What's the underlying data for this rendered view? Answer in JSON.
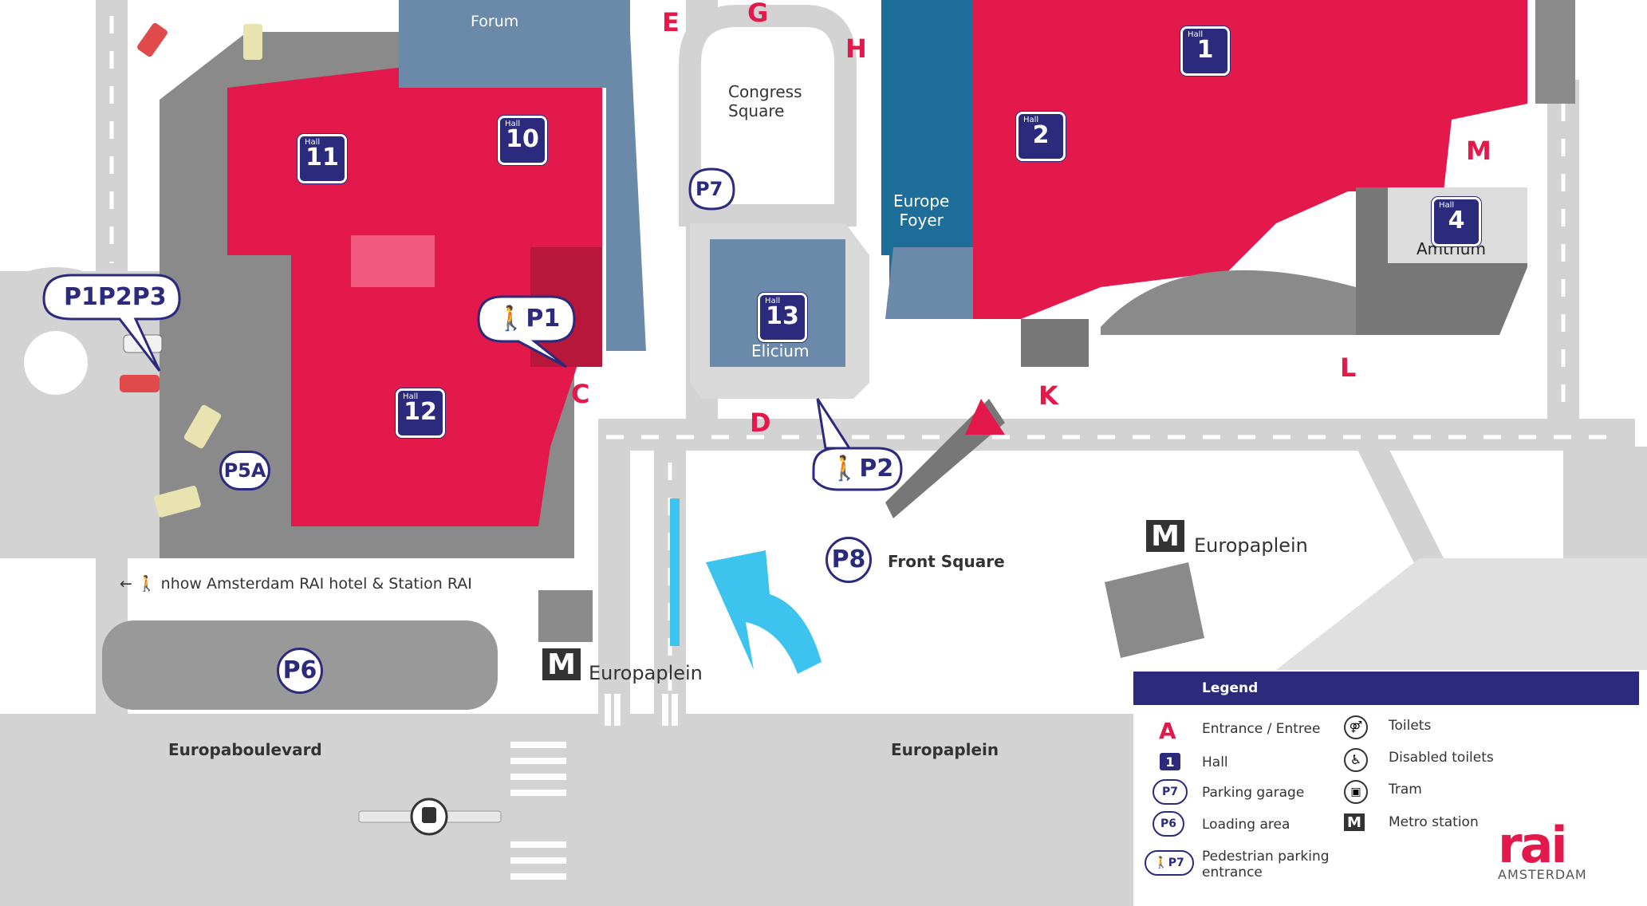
{
  "map": {
    "areas": {
      "forum": "Forum",
      "congress_square": "Congress\nSquare",
      "europe_foyer": "Europe\nFoyer",
      "elicium": "Elicium",
      "amtrium": "Amtrium",
      "front_square": "Front Square",
      "europaplein_metro_east": "Europaplein",
      "europaplein_metro_south": "Europaplein",
      "street_europaboulevard": "Europaboulevard",
      "street_europaplein": "Europaplein",
      "hotel_direction": "nhow Amsterdam RAI hotel & Station RAI"
    },
    "hall_word": "Hall",
    "halls": [
      "1",
      "2",
      "4",
      "10",
      "11",
      "12",
      "13"
    ],
    "entrances": [
      "C",
      "D",
      "E",
      "G",
      "H",
      "K",
      "L",
      "M",
      "M"
    ],
    "parking": {
      "p1p2p3": "P1P2P3",
      "p1_ped": "P1",
      "p2_ped": "P2",
      "p7": "P7",
      "p5a": "P5A",
      "p6": "P6",
      "p8": "P8"
    },
    "metro_symbol": "M"
  },
  "legend": {
    "title": "Legend",
    "items": [
      {
        "icon": "A",
        "label": "Entrance / Entree"
      },
      {
        "icon": "1",
        "label": "Hall"
      },
      {
        "icon": "P7",
        "label": "Parking garage"
      },
      {
        "icon": "P6",
        "label": "Loading area"
      },
      {
        "icon": "P7",
        "label": "Pedestrian parking entrance"
      },
      {
        "icon": "toilets-icon",
        "label": "Toilets"
      },
      {
        "icon": "disabled-toilets-icon",
        "label": "Disabled toilets"
      },
      {
        "icon": "tram-icon",
        "label": "Tram"
      },
      {
        "icon": "M",
        "label": "Metro station"
      }
    ]
  },
  "brand": {
    "logo": "rai",
    "sub": "AMSTERDAM"
  },
  "colors": {
    "hall": "#e3194b",
    "navy": "#2b2a7c",
    "foyer": "#1f6d99",
    "corridor": "#6b89a8",
    "road": "#cfcfcf",
    "metro": "#333333",
    "arrow": "#3cc4ee"
  }
}
